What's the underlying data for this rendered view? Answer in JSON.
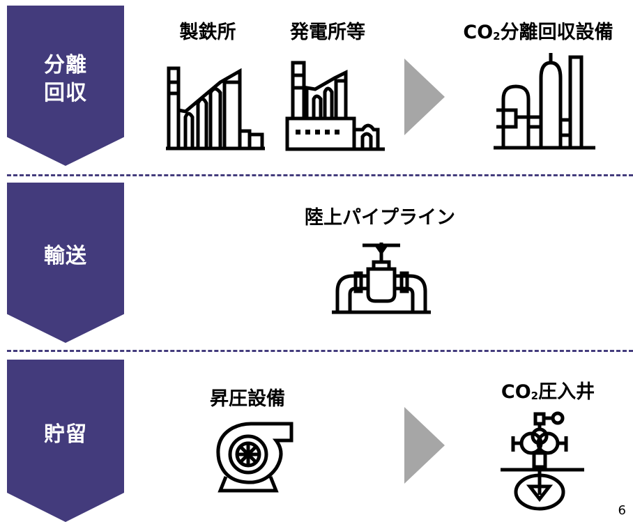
{
  "stages": [
    {
      "label_line1": "分離",
      "label_line2": "回収",
      "color": "#433b7c"
    },
    {
      "label": "輸送",
      "color": "#433b7c"
    },
    {
      "label": "貯留",
      "color": "#433b7c"
    }
  ],
  "capture": {
    "steel_plant": {
      "label": "製鉄所",
      "icon": "steel-plant-icon"
    },
    "power_plant": {
      "label": "発電所等",
      "icon": "power-plant-icon"
    },
    "co2_facility": {
      "label_pre": "CO",
      "label_sub": "2",
      "label_post": "分離回収設備",
      "icon": "co2-separation-facility-icon"
    }
  },
  "transport": {
    "pipeline": {
      "label": "陸上パイプライン",
      "icon": "pipeline-valve-icon"
    }
  },
  "storage": {
    "booster": {
      "label": "昇圧設備",
      "icon": "compressor-icon"
    },
    "injection_well": {
      "label_pre": "CO",
      "label_sub": "2",
      "label_post": "圧入井",
      "icon": "injection-well-icon"
    }
  },
  "flow_arrow_color": "#a6a6a6",
  "page_number": "6"
}
